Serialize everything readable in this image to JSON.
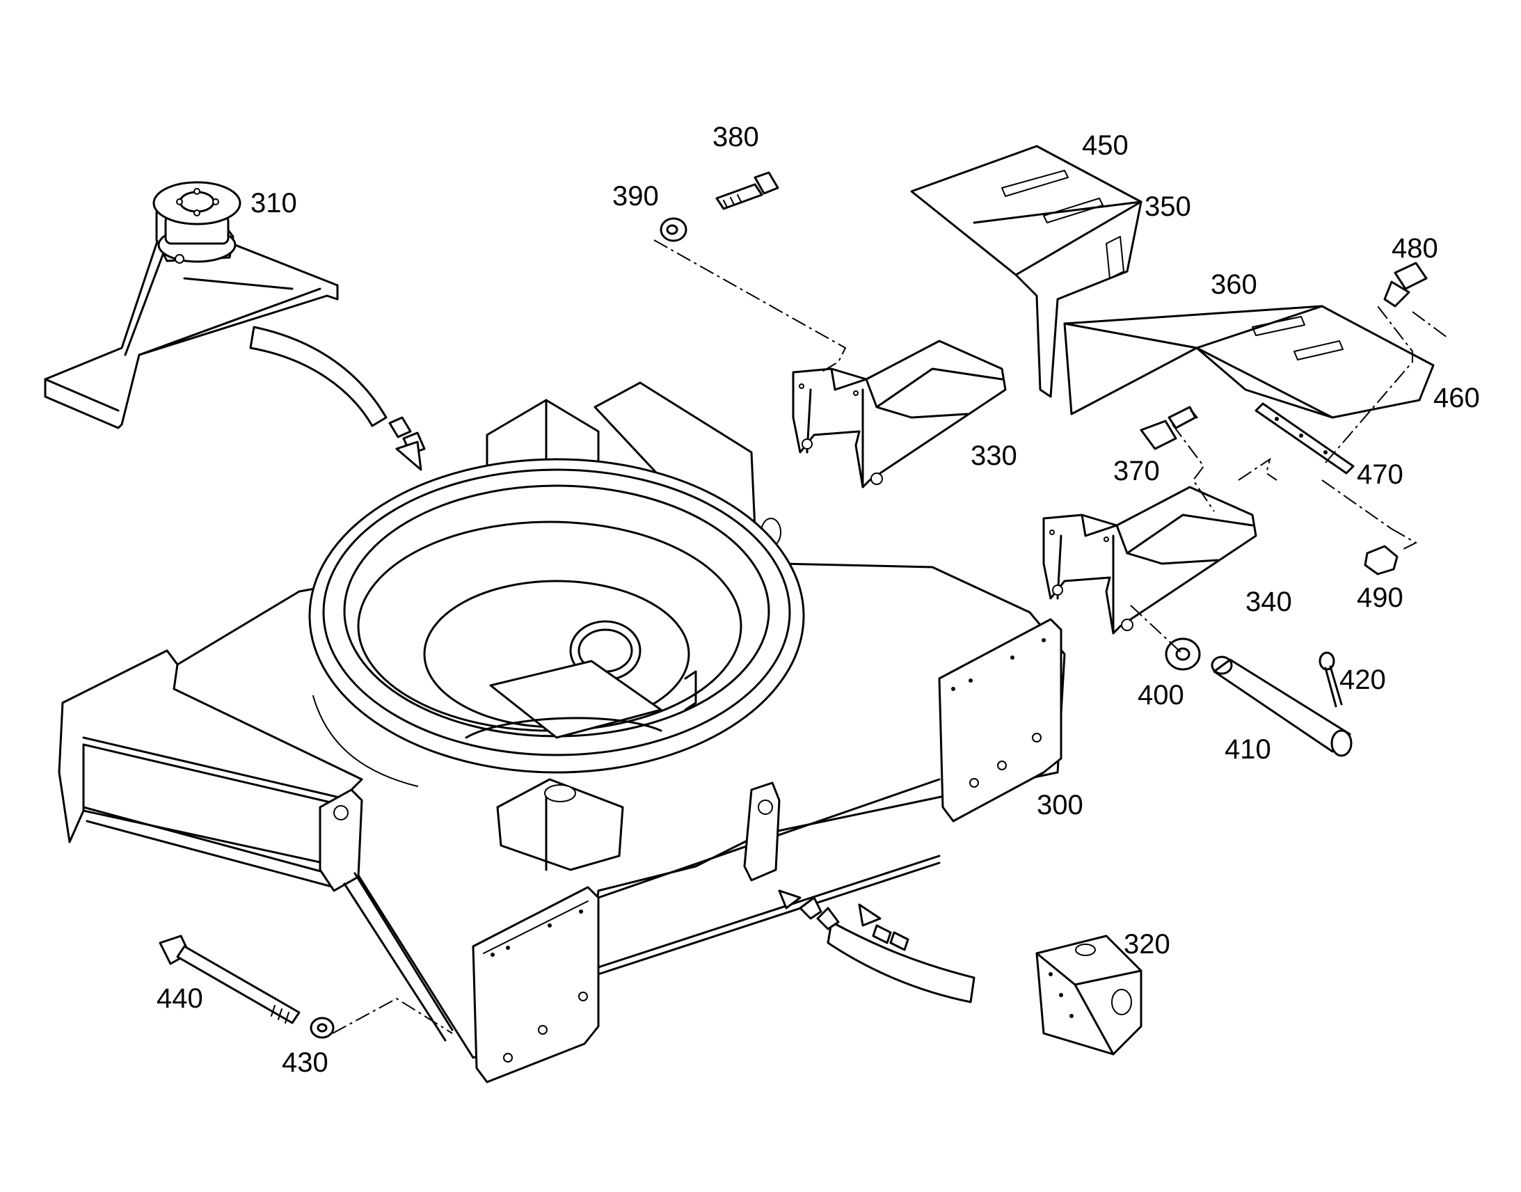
{
  "callouts": {
    "c300": "300",
    "c310": "310",
    "c320": "320",
    "c330": "330",
    "c340": "340",
    "c350": "350",
    "c360": "360",
    "c370": "370",
    "c380": "380",
    "c390": "390",
    "c400": "400",
    "c410": "410",
    "c420": "420",
    "c430": "430",
    "c440": "440",
    "c450": "450",
    "c460": "460",
    "c470": "470",
    "c480": "480",
    "c490": "490"
  }
}
